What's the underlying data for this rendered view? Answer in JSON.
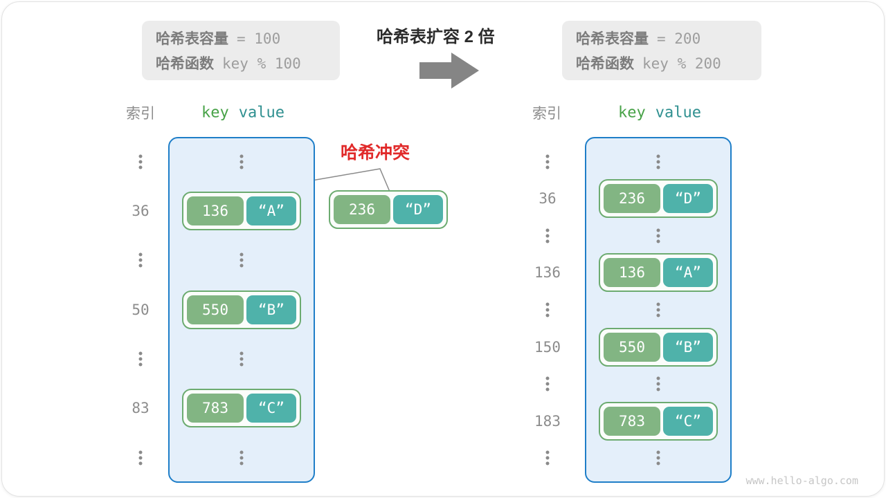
{
  "header": {
    "title": "哈希表扩容 2 倍",
    "before_box": {
      "line1_label": "哈希表容量",
      "line1_value": "= 100",
      "line2_label": "哈希函数",
      "line2_value": "key % 100"
    },
    "after_box": {
      "line1_label": "哈希表容量",
      "line1_value": "= 200",
      "line2_label": "哈希函数",
      "line2_value": "key % 200"
    }
  },
  "collision_label": "哈希冲突",
  "floating_pair": {
    "key": "236",
    "value": "“D”"
  },
  "tables": {
    "left": {
      "index_header": "索引",
      "key_header": "key",
      "value_header": "value",
      "rows": [
        {
          "type": "dots"
        },
        {
          "type": "pair",
          "index": "36",
          "key": "136",
          "value": "“A”"
        },
        {
          "type": "dots"
        },
        {
          "type": "pair",
          "index": "50",
          "key": "550",
          "value": "“B”"
        },
        {
          "type": "dots"
        },
        {
          "type": "pair",
          "index": "83",
          "key": "783",
          "value": "“C”"
        },
        {
          "type": "dots"
        }
      ]
    },
    "right": {
      "index_header": "索引",
      "key_header": "key",
      "value_header": "value",
      "rows": [
        {
          "type": "dots"
        },
        {
          "type": "pair",
          "index": "36",
          "key": "236",
          "value": "“D”"
        },
        {
          "type": "dots"
        },
        {
          "type": "pair",
          "index": "136",
          "key": "136",
          "value": "“A”"
        },
        {
          "type": "dots"
        },
        {
          "type": "pair",
          "index": "150",
          "key": "550",
          "value": "“B”"
        },
        {
          "type": "dots"
        },
        {
          "type": "pair",
          "index": "183",
          "key": "783",
          "value": "“C”"
        },
        {
          "type": "dots"
        }
      ]
    }
  },
  "watermark": "www.hello-algo.com",
  "colors": {
    "table_fill": "#e4effa",
    "table_border": "#1e7ec8",
    "pair_border": "#6cab70",
    "key_pill": "#82b583",
    "value_pill": "#4fb2aa",
    "key_header": "#47a247",
    "value_header": "#2f9090",
    "collision_red": "#e12a2a",
    "gray_text": "#8c8c8c",
    "info_box_bg": "#ececec",
    "arrow_gray": "#858585"
  }
}
